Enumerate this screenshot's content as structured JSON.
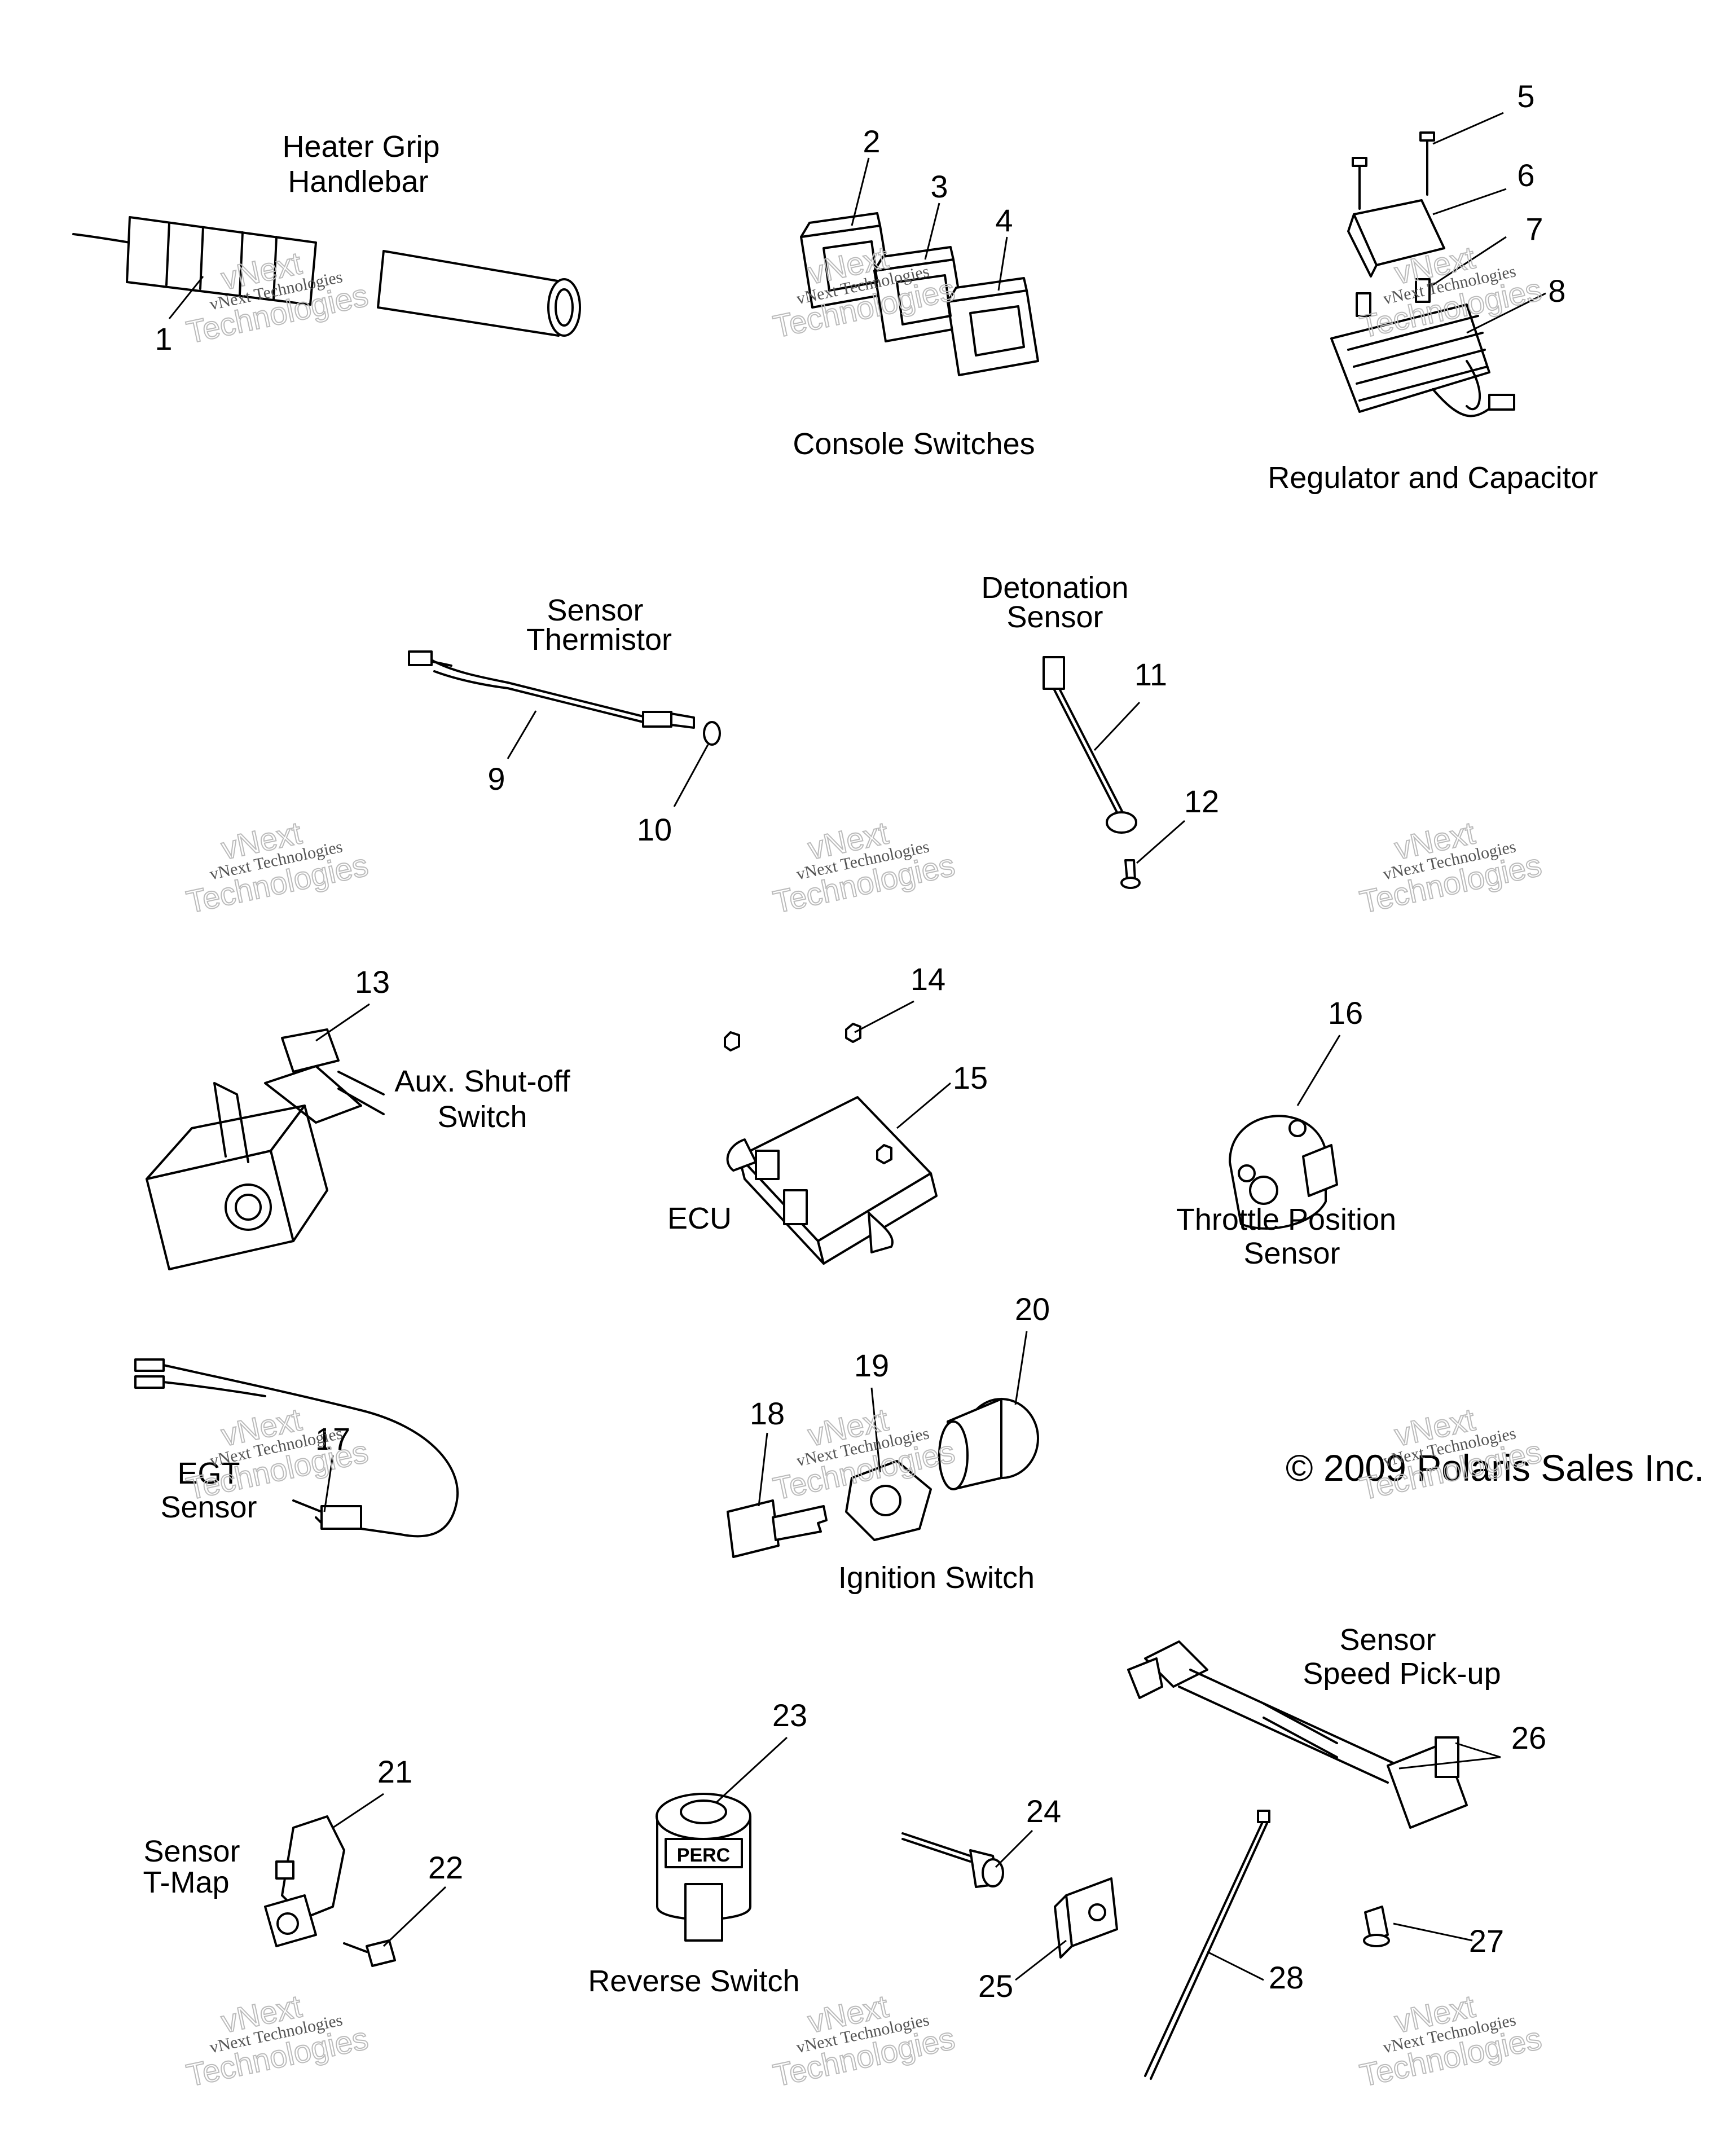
{
  "labels": {
    "heater_grip_1": "Heater Grip",
    "heater_grip_2": "Handlebar",
    "console_switches": "Console Switches",
    "regulator": "Regulator and Capacitor",
    "sensor_thermistor_1": "Sensor",
    "sensor_thermistor_2": "Thermistor",
    "detonation_1": "Detonation",
    "detonation_2": "Sensor",
    "aux_shutoff_1": "Aux. Shut-off",
    "aux_shutoff_2": "Switch",
    "ecu": "ECU",
    "tps_1": "Throttle Position",
    "tps_2": "Sensor",
    "egt_1": "EGT",
    "egt_2": "Sensor",
    "ignition_switch": "Ignition Switch",
    "speed_pickup_1": "Sensor",
    "speed_pickup_2": "Speed Pick-up",
    "tmap_1": "Sensor",
    "tmap_2": "T-Map",
    "reverse_switch": "Reverse Switch",
    "perc": "PERC",
    "copyright": "© 2009 Polaris Sales Inc."
  },
  "callouts": [
    "1",
    "2",
    "3",
    "4",
    "5",
    "6",
    "7",
    "8",
    "9",
    "10",
    "11",
    "12",
    "13",
    "14",
    "15",
    "16",
    "17",
    "18",
    "19",
    "20",
    "21",
    "22",
    "23",
    "24",
    "25",
    "26",
    "27",
    "28"
  ],
  "watermark": {
    "line1": "vNext Technologies",
    "line2": "vNext",
    "line3": "Technologies"
  }
}
